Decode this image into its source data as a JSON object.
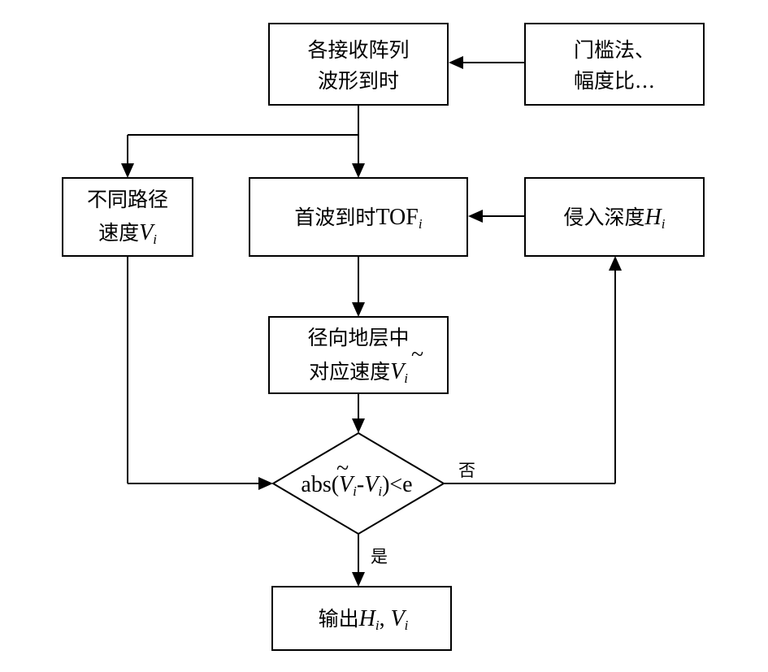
{
  "nodes": {
    "receive_arrival": {
      "line1": "各接收阵列",
      "line2": "波形到时"
    },
    "methods": {
      "line1": "门槛法、",
      "line2": "幅度比…"
    },
    "path_speed": {
      "line1": "不同路径",
      "line2_prefix": "速度",
      "var": "V",
      "sub": "i"
    },
    "first_arrival": {
      "prefix": "首波到时",
      "var": "TOF",
      "sub": "i"
    },
    "invasion_depth": {
      "prefix": "侵入深度",
      "var": "H",
      "sub": "i"
    },
    "formation_speed": {
      "line1": "径向地层中",
      "line2_prefix": "对应速度",
      "var": "V",
      "tilde": "~",
      "sub": "i"
    },
    "decision": {
      "prefix": "abs(",
      "var1": "V",
      "tilde": "~",
      "sub1": "i",
      "dash": "-",
      "var2": "V",
      "sub2": "i",
      "suffix": ")<e"
    },
    "output": {
      "prefix": "输出",
      "var1": "H",
      "sub1": "i",
      "comma": ", ",
      "var2": "V",
      "sub2": "i"
    }
  },
  "edge_labels": {
    "no": "否",
    "yes": "是"
  }
}
